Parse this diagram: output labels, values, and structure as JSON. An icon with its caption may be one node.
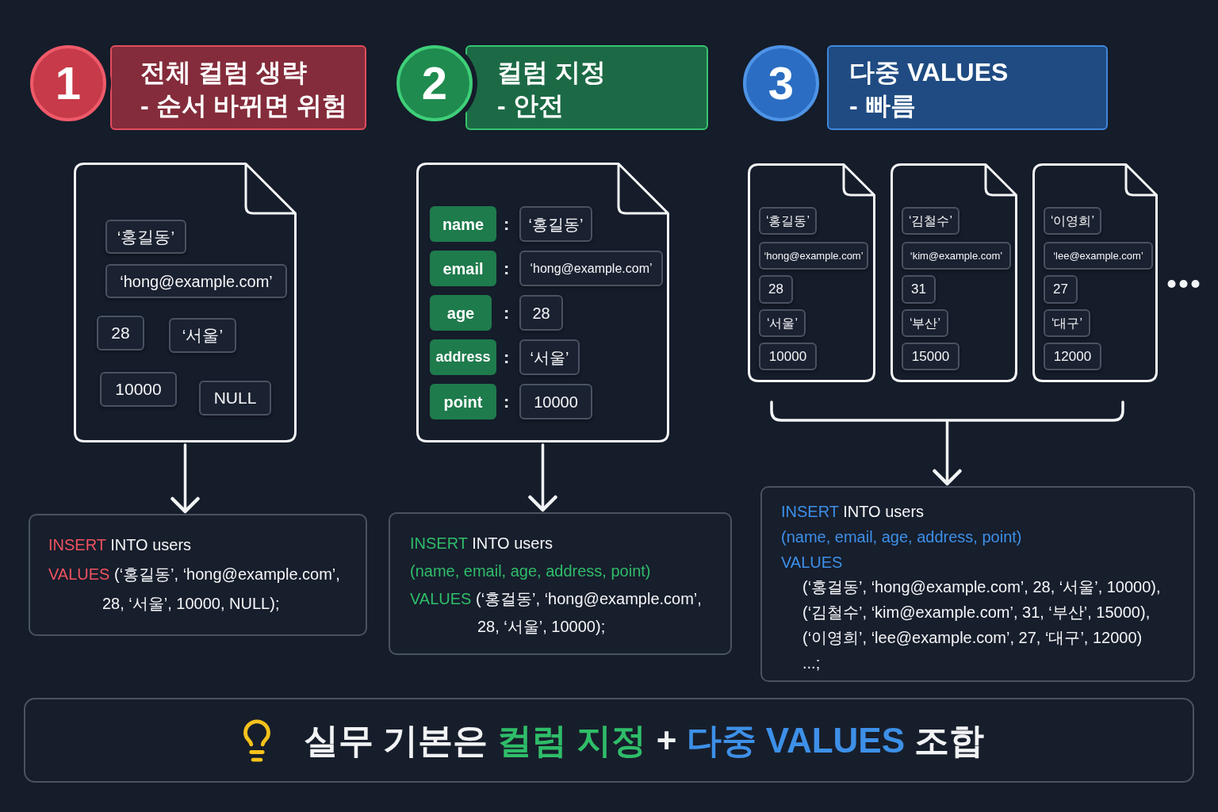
{
  "diagram": {
    "nodes": [
      {
        "text": [
          "1"
        ]
      },
      {
        "text": [
          "전체 컬럼 생략",
          "- 순서 바뀌면 위험"
        ]
      },
      {
        "text": [
          "2"
        ]
      },
      {
        "text": [
          "컬럼 지정",
          "- 안전"
        ]
      },
      {
        "text": [
          "3"
        ]
      },
      {
        "text": [
          "다중 VALUES",
          "- 빠름"
        ]
      },
      {
        "text": [],
        "shape": "document"
      },
      {
        "text": [
          "‘홍길동’"
        ],
        "in": 6
      },
      {
        "text": [
          "‘hong@example.com’"
        ],
        "in": 6
      },
      {
        "text": [
          "28"
        ],
        "in": 6
      },
      {
        "text": [
          "‘서울’"
        ],
        "in": 6
      },
      {
        "text": [
          "10000"
        ],
        "in": 6
      },
      {
        "text": [
          "NULL"
        ],
        "in": 6
      },
      {
        "text": [],
        "shape": "document"
      },
      {
        "text": [
          "name"
        ],
        "in": 13
      },
      {
        "text": [
          "‘홍길동’"
        ],
        "in": 13
      },
      {
        "text": [
          "email"
        ],
        "in": 13
      },
      {
        "text": [
          "‘hong@example.com’"
        ],
        "in": 13
      },
      {
        "text": [
          "age"
        ],
        "in": 13
      },
      {
        "text": [
          "28"
        ],
        "in": 13
      },
      {
        "text": [
          "address"
        ],
        "in": 13
      },
      {
        "text": [
          "‘서울’"
        ],
        "in": 13
      },
      {
        "text": [
          "point"
        ],
        "in": 13
      },
      {
        "text": [
          "10000"
        ],
        "in": 13
      },
      {
        "text": [],
        "shape": "document"
      },
      {
        "text": [
          "‘홍길동’"
        ],
        "in": 24
      },
      {
        "text": [
          "‘hong@example.com’"
        ],
        "in": 24
      },
      {
        "text": [
          "28"
        ],
        "in": 24
      },
      {
        "text": [
          "‘서울’"
        ],
        "in": 24
      },
      {
        "text": [
          "10000"
        ],
        "in": 24
      },
      {
        "text": [],
        "shape": "document"
      },
      {
        "text": [
          "‘김철수’"
        ],
        "in": 30
      },
      {
        "text": [
          "‘kim@example.com’"
        ],
        "in": 30
      },
      {
        "text": [
          "31"
        ],
        "in": 30
      },
      {
        "text": [
          "‘부산’"
        ],
        "in": 30
      },
      {
        "text": [
          "15000"
        ],
        "in": 30
      },
      {
        "text": [],
        "shape": "document"
      },
      {
        "text": [
          "‘이영희’"
        ],
        "in": 36
      },
      {
        "text": [
          "‘lee@example.com’"
        ],
        "in": 36
      },
      {
        "text": [
          "27"
        ],
        "in": 36
      },
      {
        "text": [
          "‘대구’"
        ],
        "in": 36
      },
      {
        "text": [
          "12000"
        ],
        "in": 36
      },
      {
        "text": [],
        "shape": "bracket"
      },
      {
        "text": [
          "INSERT INTO users",
          "VALUES (‘홍길동’, ‘hong@example.com’, 28, ‘서울’, 10000, NULL);"
        ]
      },
      {
        "text": [
          "INSERT INTO users",
          "(name, email, age, address, point)",
          "VALUES (‘홍걸동’, ‘hong@example.com’, 28, ‘서울’, 10000);"
        ]
      },
      {
        "text": [
          "INSERT INTO users",
          "(name, email, age, address, point)",
          "VALUES",
          "(‘홍걸동’, ‘hong@example.com’, 28, ‘서울’, 10000),",
          "(‘김철수’, ‘kim@example.com’, 31, ‘부산’, 15000),",
          "(‘이영희’, ‘lee@example.com’, 27, ‘대구’, 12000)",
          "...;"
        ]
      },
      {
        "text": [
          "실무 기본은 컬럼 지정 + 다중 VALUES 조합"
        ]
      }
    ],
    "edges": [
      {
        "from": 6,
        "to": 43,
        "arrow": "to"
      },
      {
        "from": 13,
        "to": 44,
        "arrow": "to"
      },
      {
        "from": 42,
        "to": 45,
        "arrow": "to"
      }
    ],
    "labels": [
      ":",
      ":",
      ":",
      ":",
      ":"
    ]
  }
}
